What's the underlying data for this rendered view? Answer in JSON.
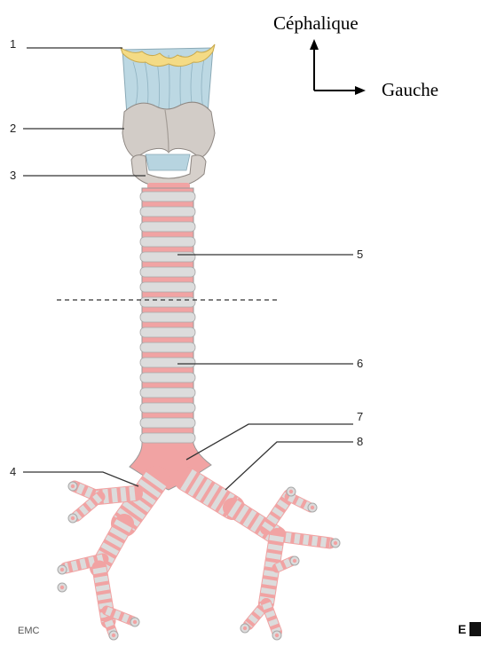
{
  "orientation": {
    "cephalic_label": "Céphalique",
    "left_label": "Gauche"
  },
  "callouts": [
    {
      "number": "1",
      "structure": "epiglottis-top"
    },
    {
      "number": "2",
      "structure": "thyroid-cartilage"
    },
    {
      "number": "3",
      "structure": "cricoid-cartilage"
    },
    {
      "number": "4",
      "structure": "right-main-bronchus"
    },
    {
      "number": "5",
      "structure": "cervical-trachea"
    },
    {
      "number": "6",
      "structure": "thoracic-trachea"
    },
    {
      "number": "7",
      "structure": "carina"
    },
    {
      "number": "8",
      "structure": "left-main-bronchus"
    }
  ],
  "logo": {
    "signature": "EMC",
    "corner_text": "E"
  },
  "colors": {
    "ring": "#dcdcdc",
    "ring_shadow": "#a9a9a9",
    "membrane": "#f1a3a3",
    "cartilage": "#cfc9c4",
    "membrane_blue": "#b9d8e4",
    "epiglottis": "#f5dd8c"
  }
}
